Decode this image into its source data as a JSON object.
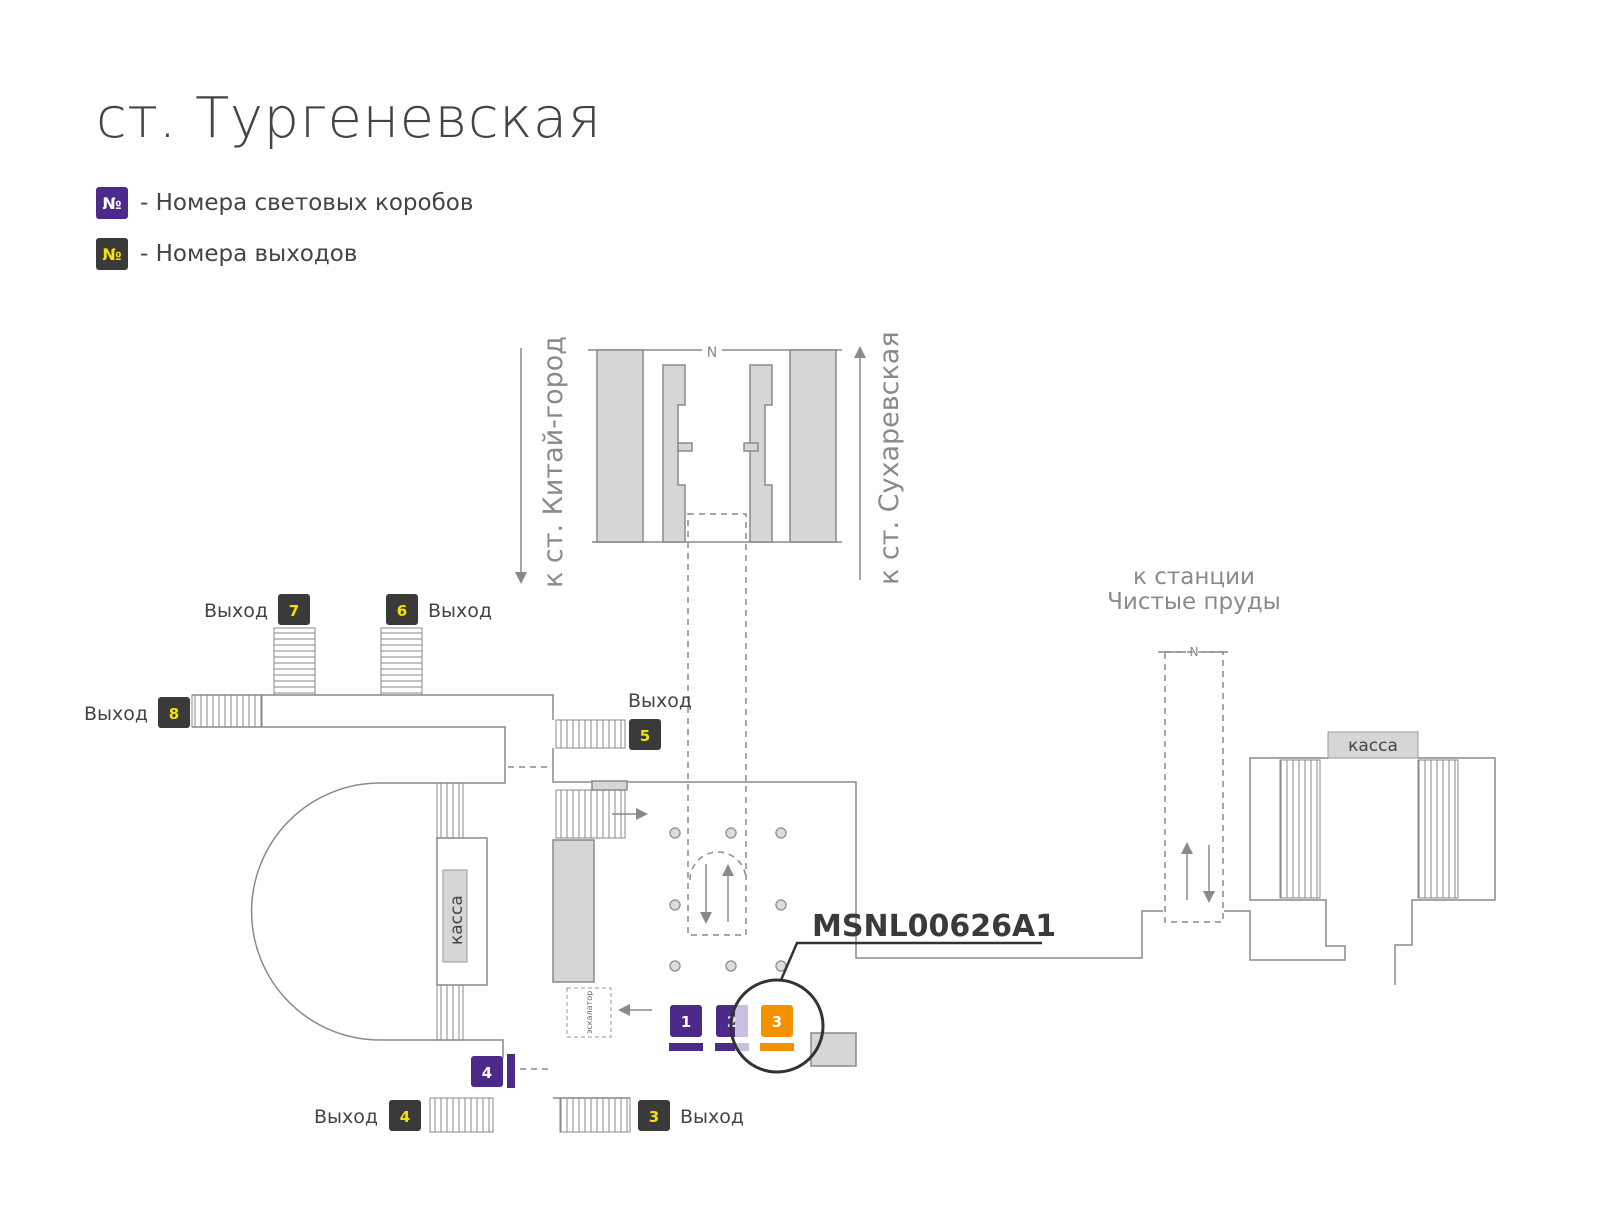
{
  "title": "ст. Тургеневская",
  "legend": [
    {
      "symbol": "№",
      "text": "- Номера световых коробов",
      "color": "#4b2a8a"
    },
    {
      "symbol": "№",
      "text": "- Номера выходов",
      "color": "#3a3a3a"
    }
  ],
  "directions": {
    "kitay_gorod": "к ст. Китай-город",
    "sukharevskaya": "к ст. Сухаревская",
    "chistye_prudy_1": "к станции",
    "chistye_prudy_2": "Чистые пруды",
    "north": "N"
  },
  "exits": [
    {
      "label": "Выход",
      "number": "3"
    },
    {
      "label": "Выход",
      "number": "4"
    },
    {
      "label": "Выход",
      "number": "5"
    },
    {
      "label": "Выход",
      "number": "6"
    },
    {
      "label": "Выход",
      "number": "7"
    },
    {
      "label": "Выход",
      "number": "8"
    }
  ],
  "lightboxes": [
    {
      "number": "1",
      "color": "#4b2a8a"
    },
    {
      "number": "2",
      "color": "#4b2a8a"
    },
    {
      "number": "3",
      "color": "#f39200",
      "highlighted": true
    },
    {
      "number": "4",
      "color": "#4b2a8a"
    }
  ],
  "kassa_left": "касса",
  "kassa_right": "касса",
  "escalator": "эскалатор",
  "callout": "MSNL00626A1"
}
